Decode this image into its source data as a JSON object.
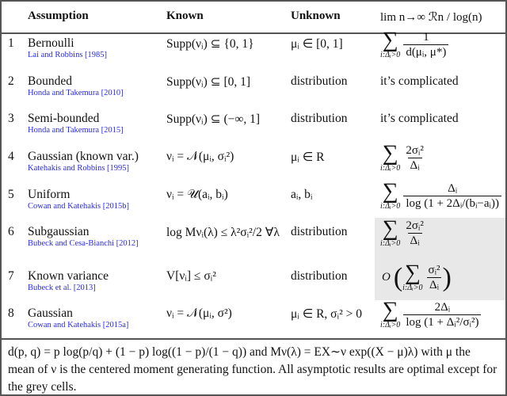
{
  "header": {
    "assumption": "Assumption",
    "known": "Known",
    "unknown": "Unknown",
    "limit": "lim n→∞ ℛn / log(n)"
  },
  "rows": [
    {
      "num": "1",
      "name": "Bernoulli",
      "cite": "Lai and Robbins [1985]",
      "known": "Supp(νᵢ) ⊆ {0, 1}",
      "unknown": "μᵢ ∈ [0, 1]",
      "formula": {
        "sub": "i:Δᵢ>0",
        "num": "1",
        "den": "d(μᵢ, μ*)"
      }
    },
    {
      "num": "2",
      "name": "Bounded",
      "cite": "Honda and Takemura [2010]",
      "known": "Supp(νᵢ) ⊆ [0, 1]",
      "unknown": "distribution",
      "text": "it’s complicated"
    },
    {
      "num": "3",
      "name": "Semi-bounded",
      "cite": "Honda and Takemura [2015]",
      "known": "Supp(νᵢ) ⊆ (−∞, 1]",
      "unknown": "distribution",
      "text": "it’s complicated"
    },
    {
      "num": "4",
      "name": "Gaussian (known var.)",
      "cite": "Katehakis and Robbins [1995]",
      "known": "νᵢ = 𝒩(μᵢ, σᵢ²)",
      "unknown": "μᵢ ∈ R",
      "formula": {
        "sub": "i:Δᵢ>0",
        "num": "2σᵢ²",
        "den": "Δᵢ"
      }
    },
    {
      "num": "5",
      "name": "Uniform",
      "cite": "Cowan and Katehakis [2015b]",
      "known": "νᵢ = 𝒰(aᵢ, bᵢ)",
      "unknown": "aᵢ, bᵢ",
      "formula": {
        "sub": "i:Δᵢ>0",
        "num": "Δᵢ",
        "den": "log (1 + 2Δᵢ/(bᵢ−aᵢ))"
      }
    },
    {
      "num": "6",
      "name": "Subgaussian",
      "cite": "Bubeck and Cesa-Bianchi [2012]",
      "known": "log Mνᵢ(λ) ≤ λ²σᵢ²/2 ∀λ",
      "unknown": "distribution",
      "formula": {
        "sub": "i:Δᵢ>0",
        "num": "2σᵢ²",
        "den": "Δᵢ"
      },
      "grey": true
    },
    {
      "num": "7",
      "name": "Known variance",
      "cite": "Bubeck et al. [2013]",
      "known": "V[νᵢ] ≤ σᵢ²",
      "unknown": "distribution",
      "formula": {
        "prefix": "O",
        "sub": "i:Δᵢ>0",
        "num": "σᵢ²",
        "den": "Δᵢ"
      },
      "grey": true
    },
    {
      "num": "8",
      "name": "Gaussian",
      "cite": "Cowan and Katehakis [2015a]",
      "known": "νᵢ = 𝒩(μᵢ, σ²)",
      "unknown": "μᵢ ∈ R, σᵢ² > 0",
      "formula": {
        "sub": "i:Δᵢ>0",
        "num": "2Δᵢ",
        "den": "log (1 + Δᵢ²/σᵢ²)"
      }
    }
  ],
  "footnote": "d(p, q) = p log(p/q) + (1 − p) log((1 − p)/(1 − q)) and Mν(λ) = EX∼ν exp((X − μ)λ) with μ the mean of ν is the centered moment generating function. All asymptotic results are optimal except for the grey cells.",
  "colors": {
    "citation": "#2a2ae8",
    "grey_cell": "#e8e8e8",
    "rule": "#555555"
  }
}
